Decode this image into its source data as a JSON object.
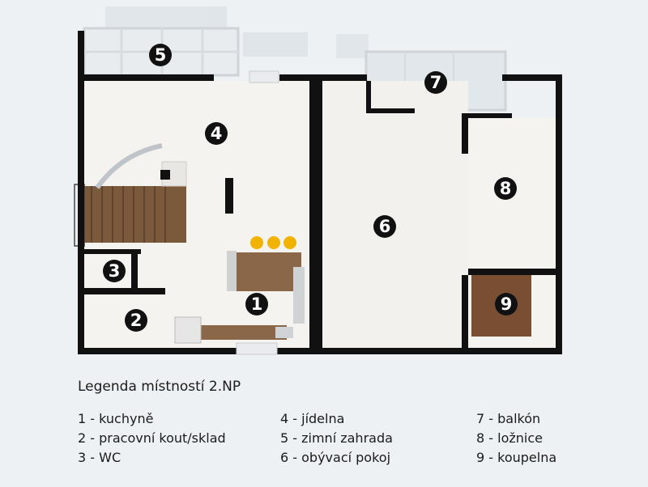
{
  "plan": {
    "room_numbers": [
      "1",
      "2",
      "3",
      "4",
      "5",
      "6",
      "7",
      "8",
      "9"
    ]
  },
  "legend": {
    "title": "Legenda místností 2.NP",
    "columns": [
      [
        "1 - kuchyně",
        "2 - pracovní kout/sklad",
        "3 - WC"
      ],
      [
        "4 - jídelna",
        "5 - zimní zahrada",
        "6 - obývací pokoj"
      ],
      [
        "7 - balkón",
        "8 - ložnice",
        "9 - koupelna"
      ]
    ]
  },
  "colors": {
    "wall": "#111111",
    "floor": "#f4f3f0",
    "stairs": "#7b5a3c",
    "kitchen_counter": "#8a6749",
    "bathroom_floor": "#7a4e33",
    "badge": "#111111",
    "chairs": "#f0b400",
    "glass": "#dfe4e8"
  }
}
